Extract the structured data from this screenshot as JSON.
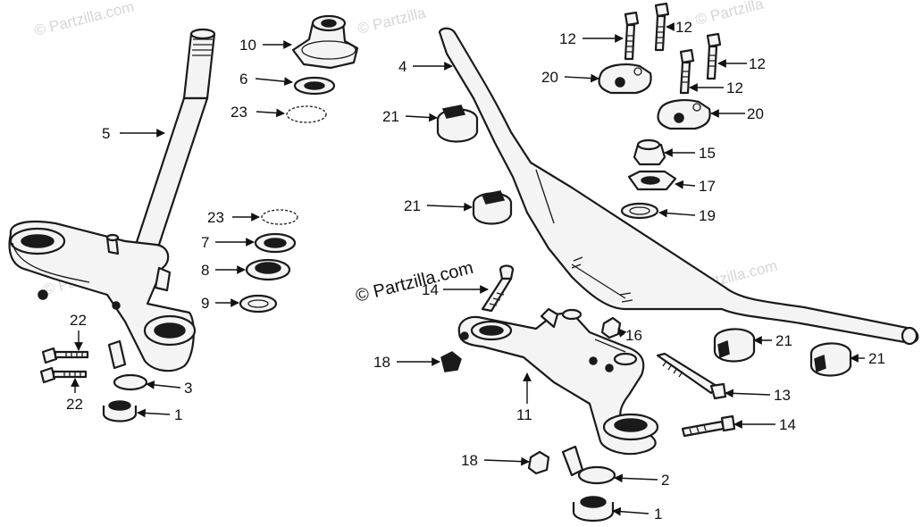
{
  "watermark": {
    "main": "© Partzilla.com",
    "faint": "© Partzilla.com",
    "faint_cut": "© Partzilla"
  },
  "callouts": [
    {
      "id": "c10a",
      "text": "10"
    },
    {
      "id": "c6a",
      "text": "6"
    },
    {
      "id": "c23a",
      "text": "23"
    },
    {
      "id": "c5",
      "text": "5"
    },
    {
      "id": "c23b",
      "text": "23"
    },
    {
      "id": "c7",
      "text": "7"
    },
    {
      "id": "c8",
      "text": "8"
    },
    {
      "id": "c9",
      "text": "9"
    },
    {
      "id": "c22a",
      "text": "22"
    },
    {
      "id": "c22b",
      "text": "22"
    },
    {
      "id": "c3",
      "text": "3"
    },
    {
      "id": "c1a",
      "text": "1"
    },
    {
      "id": "c4",
      "text": "4"
    },
    {
      "id": "c21a",
      "text": "21"
    },
    {
      "id": "c21b",
      "text": "21"
    },
    {
      "id": "c14a",
      "text": "14"
    },
    {
      "id": "c18a",
      "text": "18"
    },
    {
      "id": "c11",
      "text": "11"
    },
    {
      "id": "c18b",
      "text": "18"
    },
    {
      "id": "c12a",
      "text": "12"
    },
    {
      "id": "c12b",
      "text": "12"
    },
    {
      "id": "c12c",
      "text": "12"
    },
    {
      "id": "c12d",
      "text": "12"
    },
    {
      "id": "c20a",
      "text": "20"
    },
    {
      "id": "c20b",
      "text": "20"
    },
    {
      "id": "c15",
      "text": "15"
    },
    {
      "id": "c17",
      "text": "17"
    },
    {
      "id": "c19",
      "text": "19"
    },
    {
      "id": "c16",
      "text": "16"
    },
    {
      "id": "c21c",
      "text": "21"
    },
    {
      "id": "c21d",
      "text": "21"
    },
    {
      "id": "c13",
      "text": "13"
    },
    {
      "id": "c14b",
      "text": "14"
    },
    {
      "id": "c2",
      "text": "2"
    },
    {
      "id": "c1b",
      "text": "1"
    }
  ]
}
